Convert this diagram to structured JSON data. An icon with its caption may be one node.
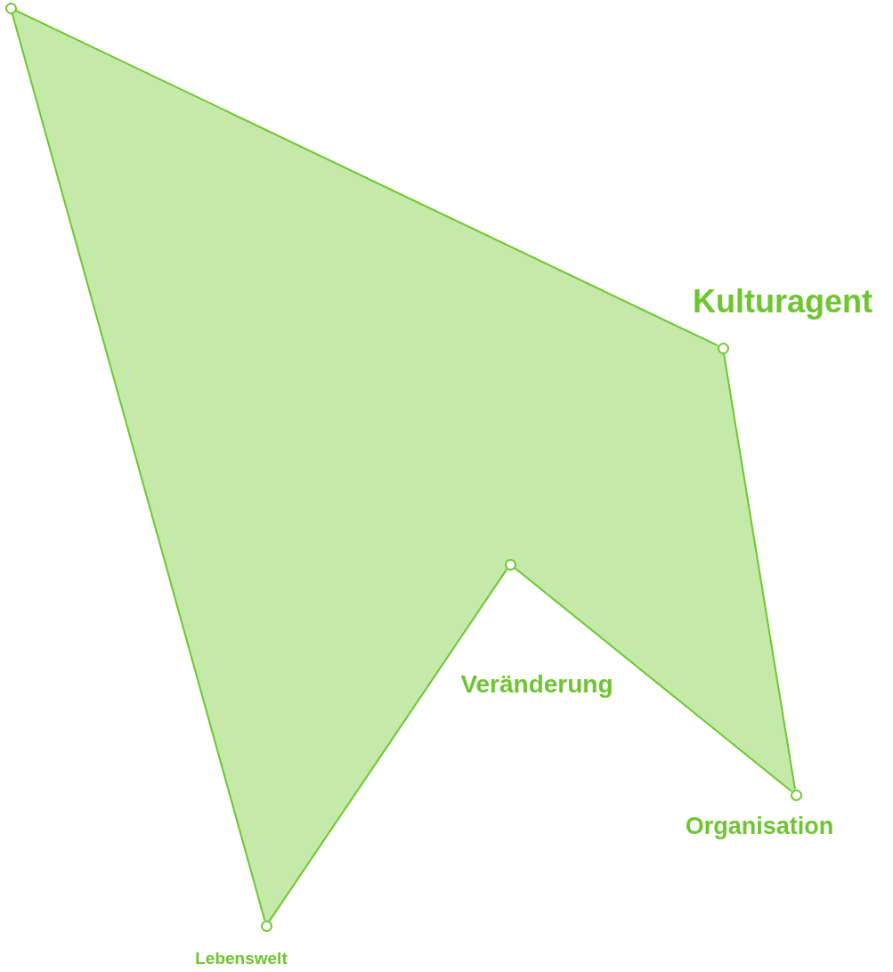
{
  "diagram": {
    "nodes": [
      {
        "text": [],
        "shape": "circle"
      },
      {
        "text": [],
        "shape": "circle",
        "beside": [
          "Kulturagent"
        ]
      },
      {
        "text": [],
        "shape": "circle",
        "beside": [
          "Organisation"
        ]
      },
      {
        "text": [],
        "shape": "circle"
      },
      {
        "text": [],
        "shape": "circle",
        "beside": [
          "Lebenswelt"
        ]
      }
    ],
    "edges": [
      {
        "from": 0,
        "to": 1,
        "arrow": "none"
      },
      {
        "from": 1,
        "to": 2,
        "arrow": "none"
      },
      {
        "from": 2,
        "to": 3,
        "arrow": "none"
      },
      {
        "from": 3,
        "to": 4,
        "arrow": "none"
      },
      {
        "from": 4,
        "to": 0,
        "arrow": "none"
      }
    ],
    "labels": [
      "Veränderung"
    ]
  }
}
